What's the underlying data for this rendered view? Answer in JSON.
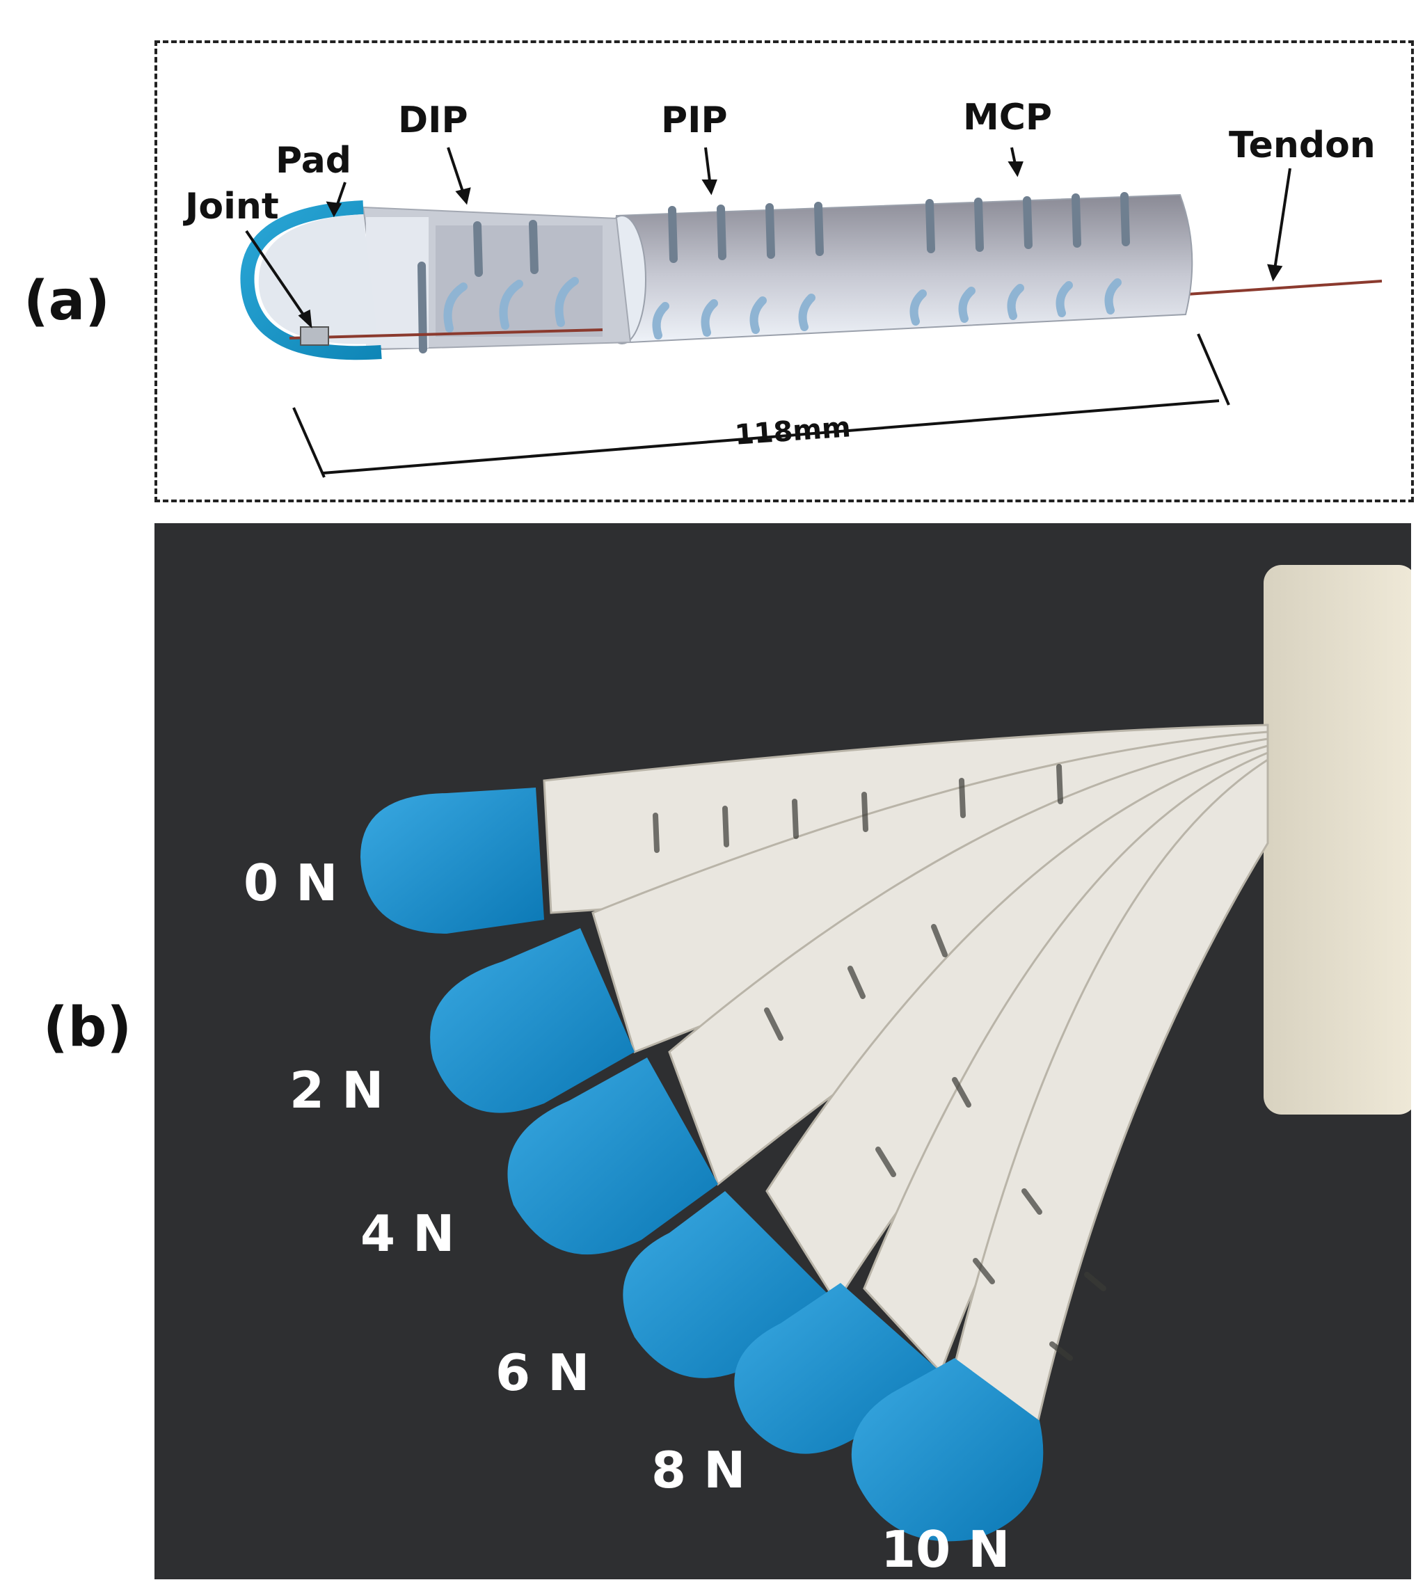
{
  "panels": {
    "a": {
      "letter": "(a)"
    },
    "b": {
      "letter": "(b)"
    }
  },
  "diagram_a": {
    "labels": {
      "joint": "Joint",
      "pad": "Pad",
      "dip": "DIP",
      "pip": "PIP",
      "mcp": "MCP",
      "tendon": "Tendon"
    },
    "length": "118mm"
  },
  "photo_b": {
    "force_labels": [
      "0 N",
      "2 N",
      "4 N",
      "6 N",
      "8 N",
      "10 N"
    ]
  },
  "colors": {
    "pad_blue": "#1a8fd0",
    "finger_white": "#e9e6df",
    "background": "#2e2f31",
    "tendon": "#8b3a2e"
  }
}
